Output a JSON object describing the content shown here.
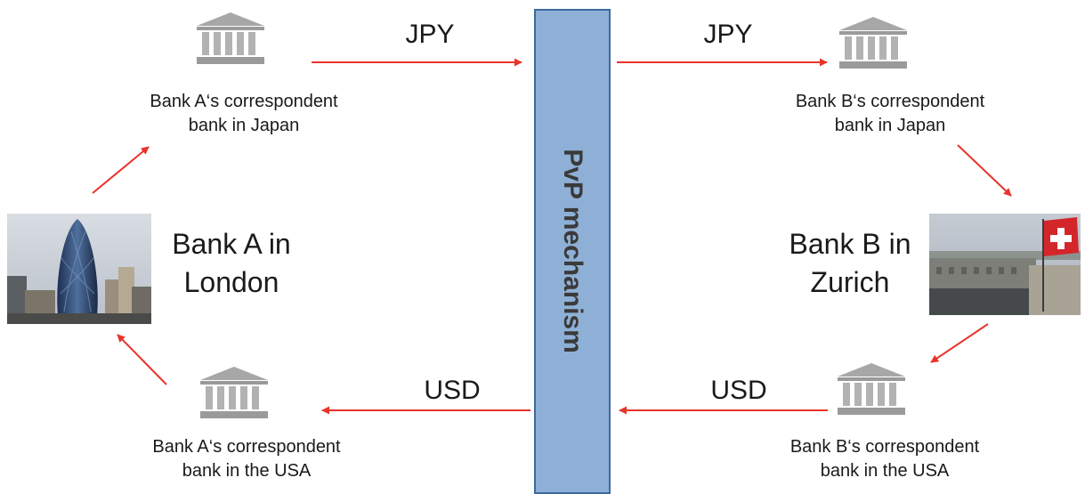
{
  "pvp": {
    "label": "PvP mechanism",
    "fill": "#8fb0d6",
    "border": "#3f6a9c"
  },
  "colors": {
    "arrow": "#e8342b",
    "building": "#a7a7a7"
  },
  "currencies": {
    "jpy_left": "JPY",
    "jpy_right": "JPY",
    "usd_left": "USD",
    "usd_right": "USD"
  },
  "banks": {
    "a_japan": {
      "line1": "Bank A‘s correspondent",
      "line2": "bank in Japan",
      "icon": "bank-building-icon"
    },
    "b_japan": {
      "line1": "Bank B‘s correspondent",
      "line2": "bank in Japan",
      "icon": "bank-building-icon"
    },
    "a_usa": {
      "line1": "Bank A‘s correspondent",
      "line2": "bank in the USA",
      "icon": "bank-building-icon"
    },
    "b_usa": {
      "line1": "Bank B‘s correspondent",
      "line2": "bank in the USA",
      "icon": "bank-building-icon"
    },
    "a_london": {
      "line1": "Bank A in",
      "line2": "London",
      "photo": "london-gherkin-skyline"
    },
    "b_zurich": {
      "line1": "Bank B in",
      "line2": "Zurich",
      "photo": "zurich-swiss-flag-rooftops"
    }
  }
}
